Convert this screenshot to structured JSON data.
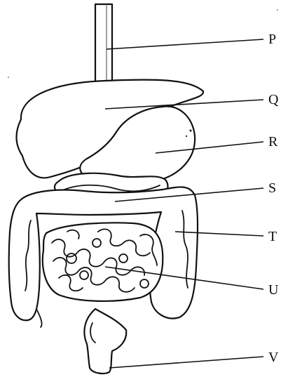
{
  "diagram": {
    "labels": {
      "P": "P",
      "Q": "Q",
      "R": "R",
      "S": "S",
      "T": "T",
      "U": "U",
      "V": "V"
    }
  }
}
